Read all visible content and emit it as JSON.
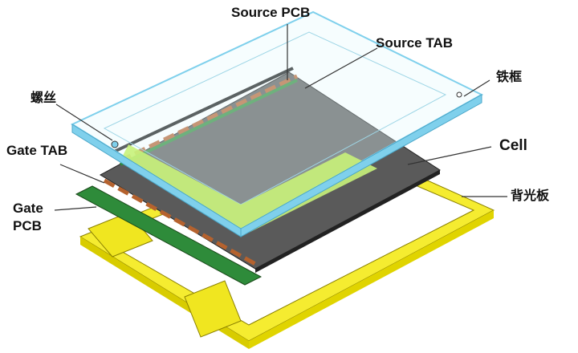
{
  "labels": {
    "source_pcb": "Source PCB",
    "source_tab": "Source TAB",
    "frame": "铁框",
    "screw": "螺丝",
    "cell": "Cell",
    "gate_tab": "Gate TAB",
    "backlight": "背光板",
    "gate_pcb_line1": "Gate",
    "gate_pcb_line2": "PCB"
  },
  "colors": {
    "frame_edge": "#7fd0ec",
    "cell": "#5a5a5a",
    "backlight": "#f0e800",
    "pcb": "#2e8b3a",
    "tab": "#b5622e",
    "highlight": "#c8f27a"
  }
}
